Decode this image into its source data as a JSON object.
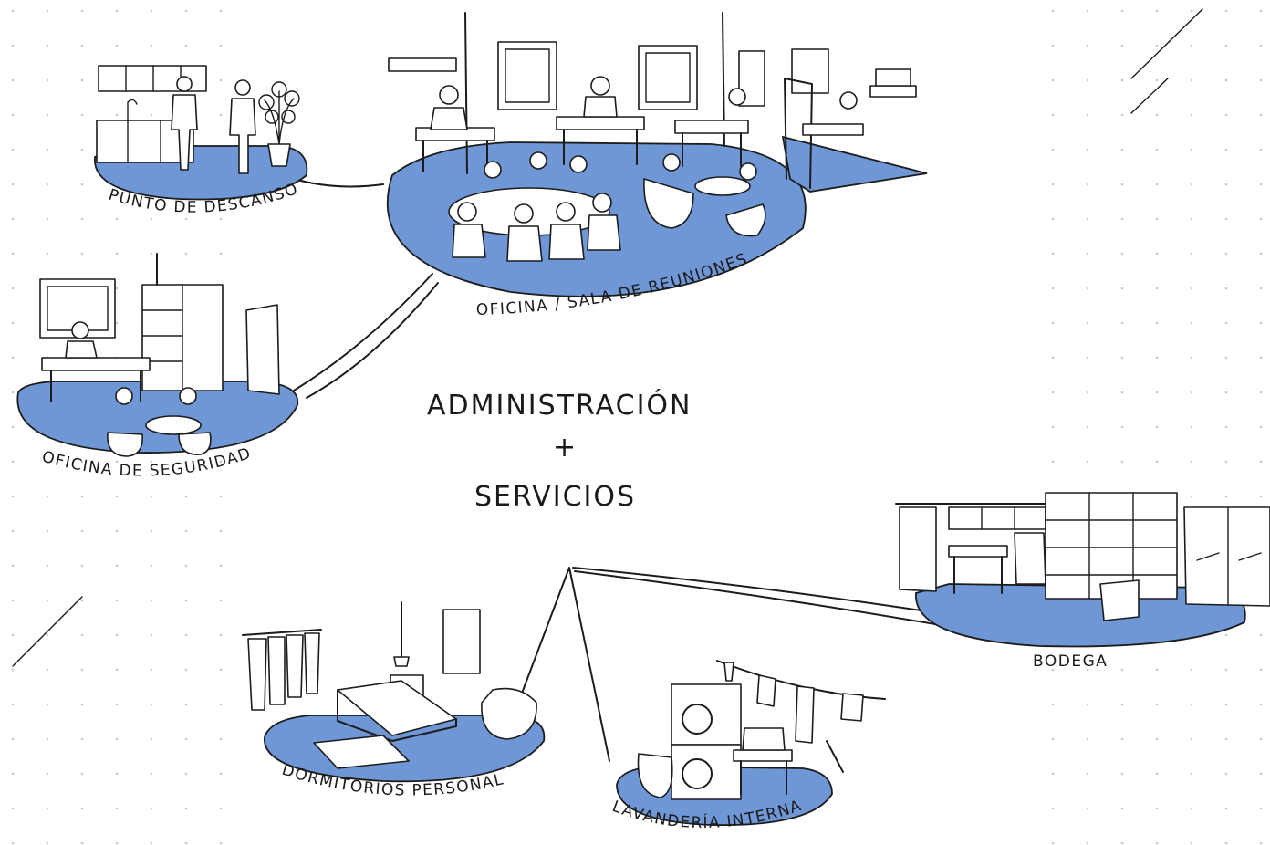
{
  "title": {
    "line1": "ADMINISTRACIÓN",
    "plus": "+",
    "line2": "SERVICIOS"
  },
  "areas": [
    {
      "id": "punto-descanso",
      "label": "PUNTO DE DESCANSO"
    },
    {
      "id": "oficina-sala",
      "label": "OFICINA / SALA DE REUNIONES"
    },
    {
      "id": "oficina-seguridad",
      "label": "OFICINA DE SEGURIDAD"
    },
    {
      "id": "bodega",
      "label": "BODEGA"
    },
    {
      "id": "dormitorios",
      "label": "DORMITORIOS PERSONAL"
    },
    {
      "id": "lavanderia",
      "label": "LAVANDERÍA INTERNA"
    }
  ],
  "colors": {
    "floor": "#6f97d6",
    "ink": "#1c1c1c",
    "dots": "#c9ced8",
    "background": "#ffffff"
  }
}
